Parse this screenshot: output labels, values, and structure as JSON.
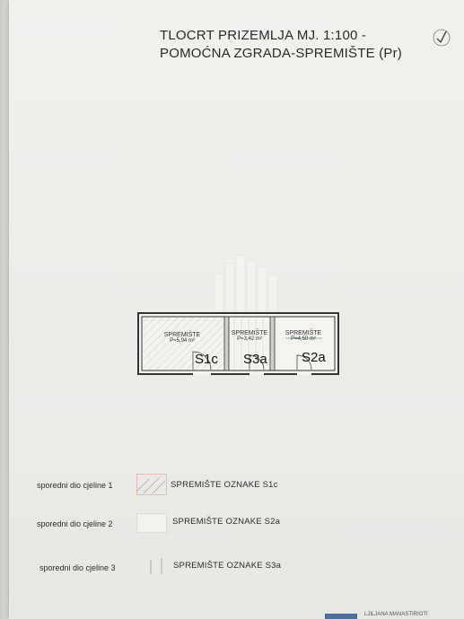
{
  "document": {
    "title_line1": "TLOCRT PRIZEMLJA MJ. 1:100 -",
    "title_line2": "POMOĆNA ZGRADA-SPREMIŠTE (Pr)"
  },
  "plan": {
    "rooms": [
      {
        "name": "SPREMIŠTE",
        "area": "P=5,94 m²",
        "code": "S1c"
      },
      {
        "name": "SPREMIŠTE",
        "area": "P=3,42 m²",
        "code": "S3a"
      },
      {
        "name": "SPREMIŠTE",
        "area": "P=4,50 m²",
        "code": "S2a"
      }
    ]
  },
  "legend": [
    {
      "description": "sporedni dio cjeline 1",
      "label": "SPREMIŠTE OZNAKE S1c",
      "pattern": "diagonal-hatch",
      "color": "#d9928c"
    },
    {
      "description": "sporedni dio cjeline 2",
      "label": "SPREMIŠTE OZNAKE S2a",
      "pattern": "plain",
      "color": "#bdbdbd"
    },
    {
      "description": "sporedni dio cjeline 3",
      "label": "SPREMIŠTE OZNAKE S3a",
      "pattern": "vertical-lines",
      "color": "#8c8c8c"
    }
  ],
  "footer": {
    "text": "LJILJANA MANASTIRIOTI"
  }
}
